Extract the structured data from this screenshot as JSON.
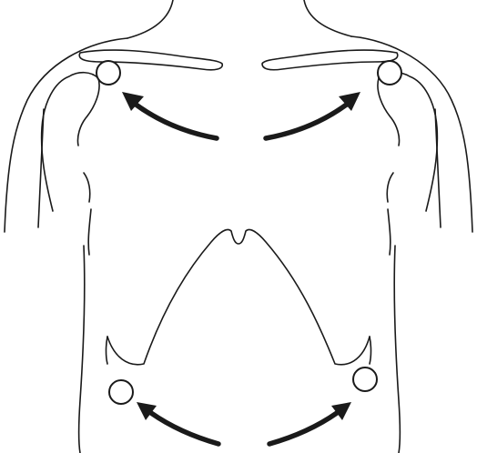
{
  "figure": {
    "subject": "front-torso",
    "markers": [
      "right-shoulder",
      "left-shoulder",
      "right-lower-rib",
      "left-lower-rib"
    ],
    "arrows": [
      "to-right-shoulder",
      "to-left-shoulder",
      "to-right-lower-rib",
      "to-left-lower-rib"
    ],
    "colors": {
      "ink": "#1a1a1a",
      "background": "#ffffff"
    }
  }
}
